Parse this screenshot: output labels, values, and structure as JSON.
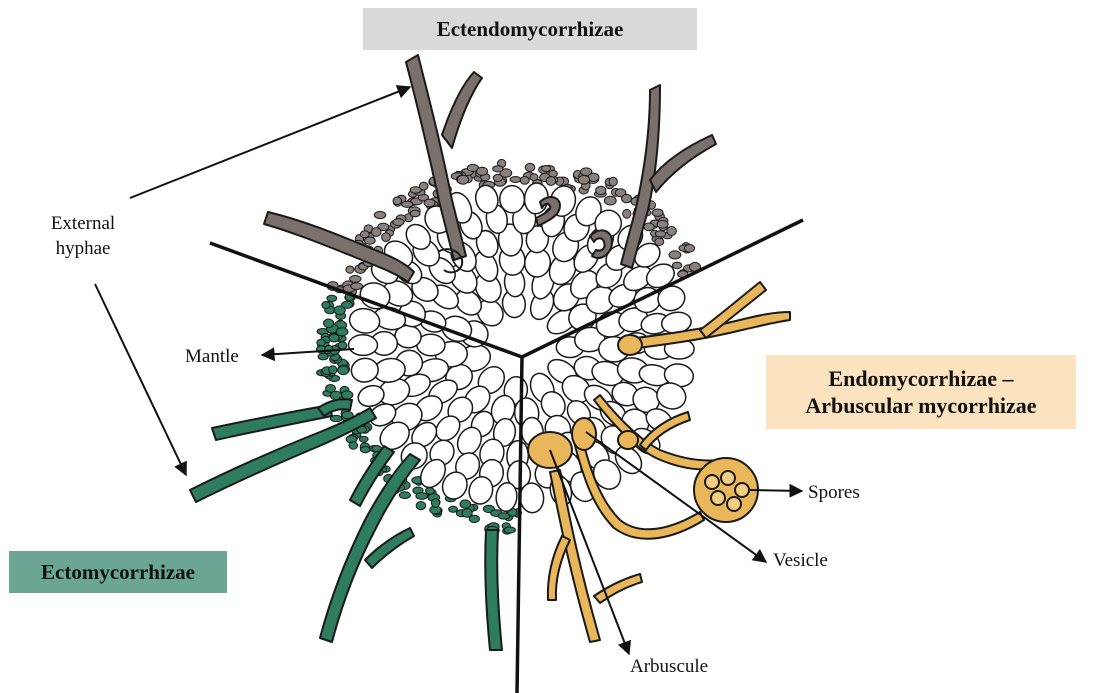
{
  "titles": {
    "ectendo": "Ectendomycorrhizae",
    "endo_line1": "Endomycorrhizae –",
    "endo_line2": "Arbuscular mycorrhizae",
    "ecto": "Ectomycorrhizae"
  },
  "labels": {
    "external_hyphae": "External hyphae",
    "mantle": "Mantle",
    "spores": "Spores",
    "vesicle": "Vesicle",
    "arbuscule": "Arbuscule"
  },
  "colors": {
    "ectendo_box": "#d9d9d9",
    "endo_box": "#fbe3c0",
    "ecto_box": "#6aa693",
    "ecto_hyphae": "#2e7d5f",
    "ectendo_hyphae": "#7b716c",
    "endo_hyphae": "#e9b75a",
    "outline": "#1a1a1a"
  }
}
